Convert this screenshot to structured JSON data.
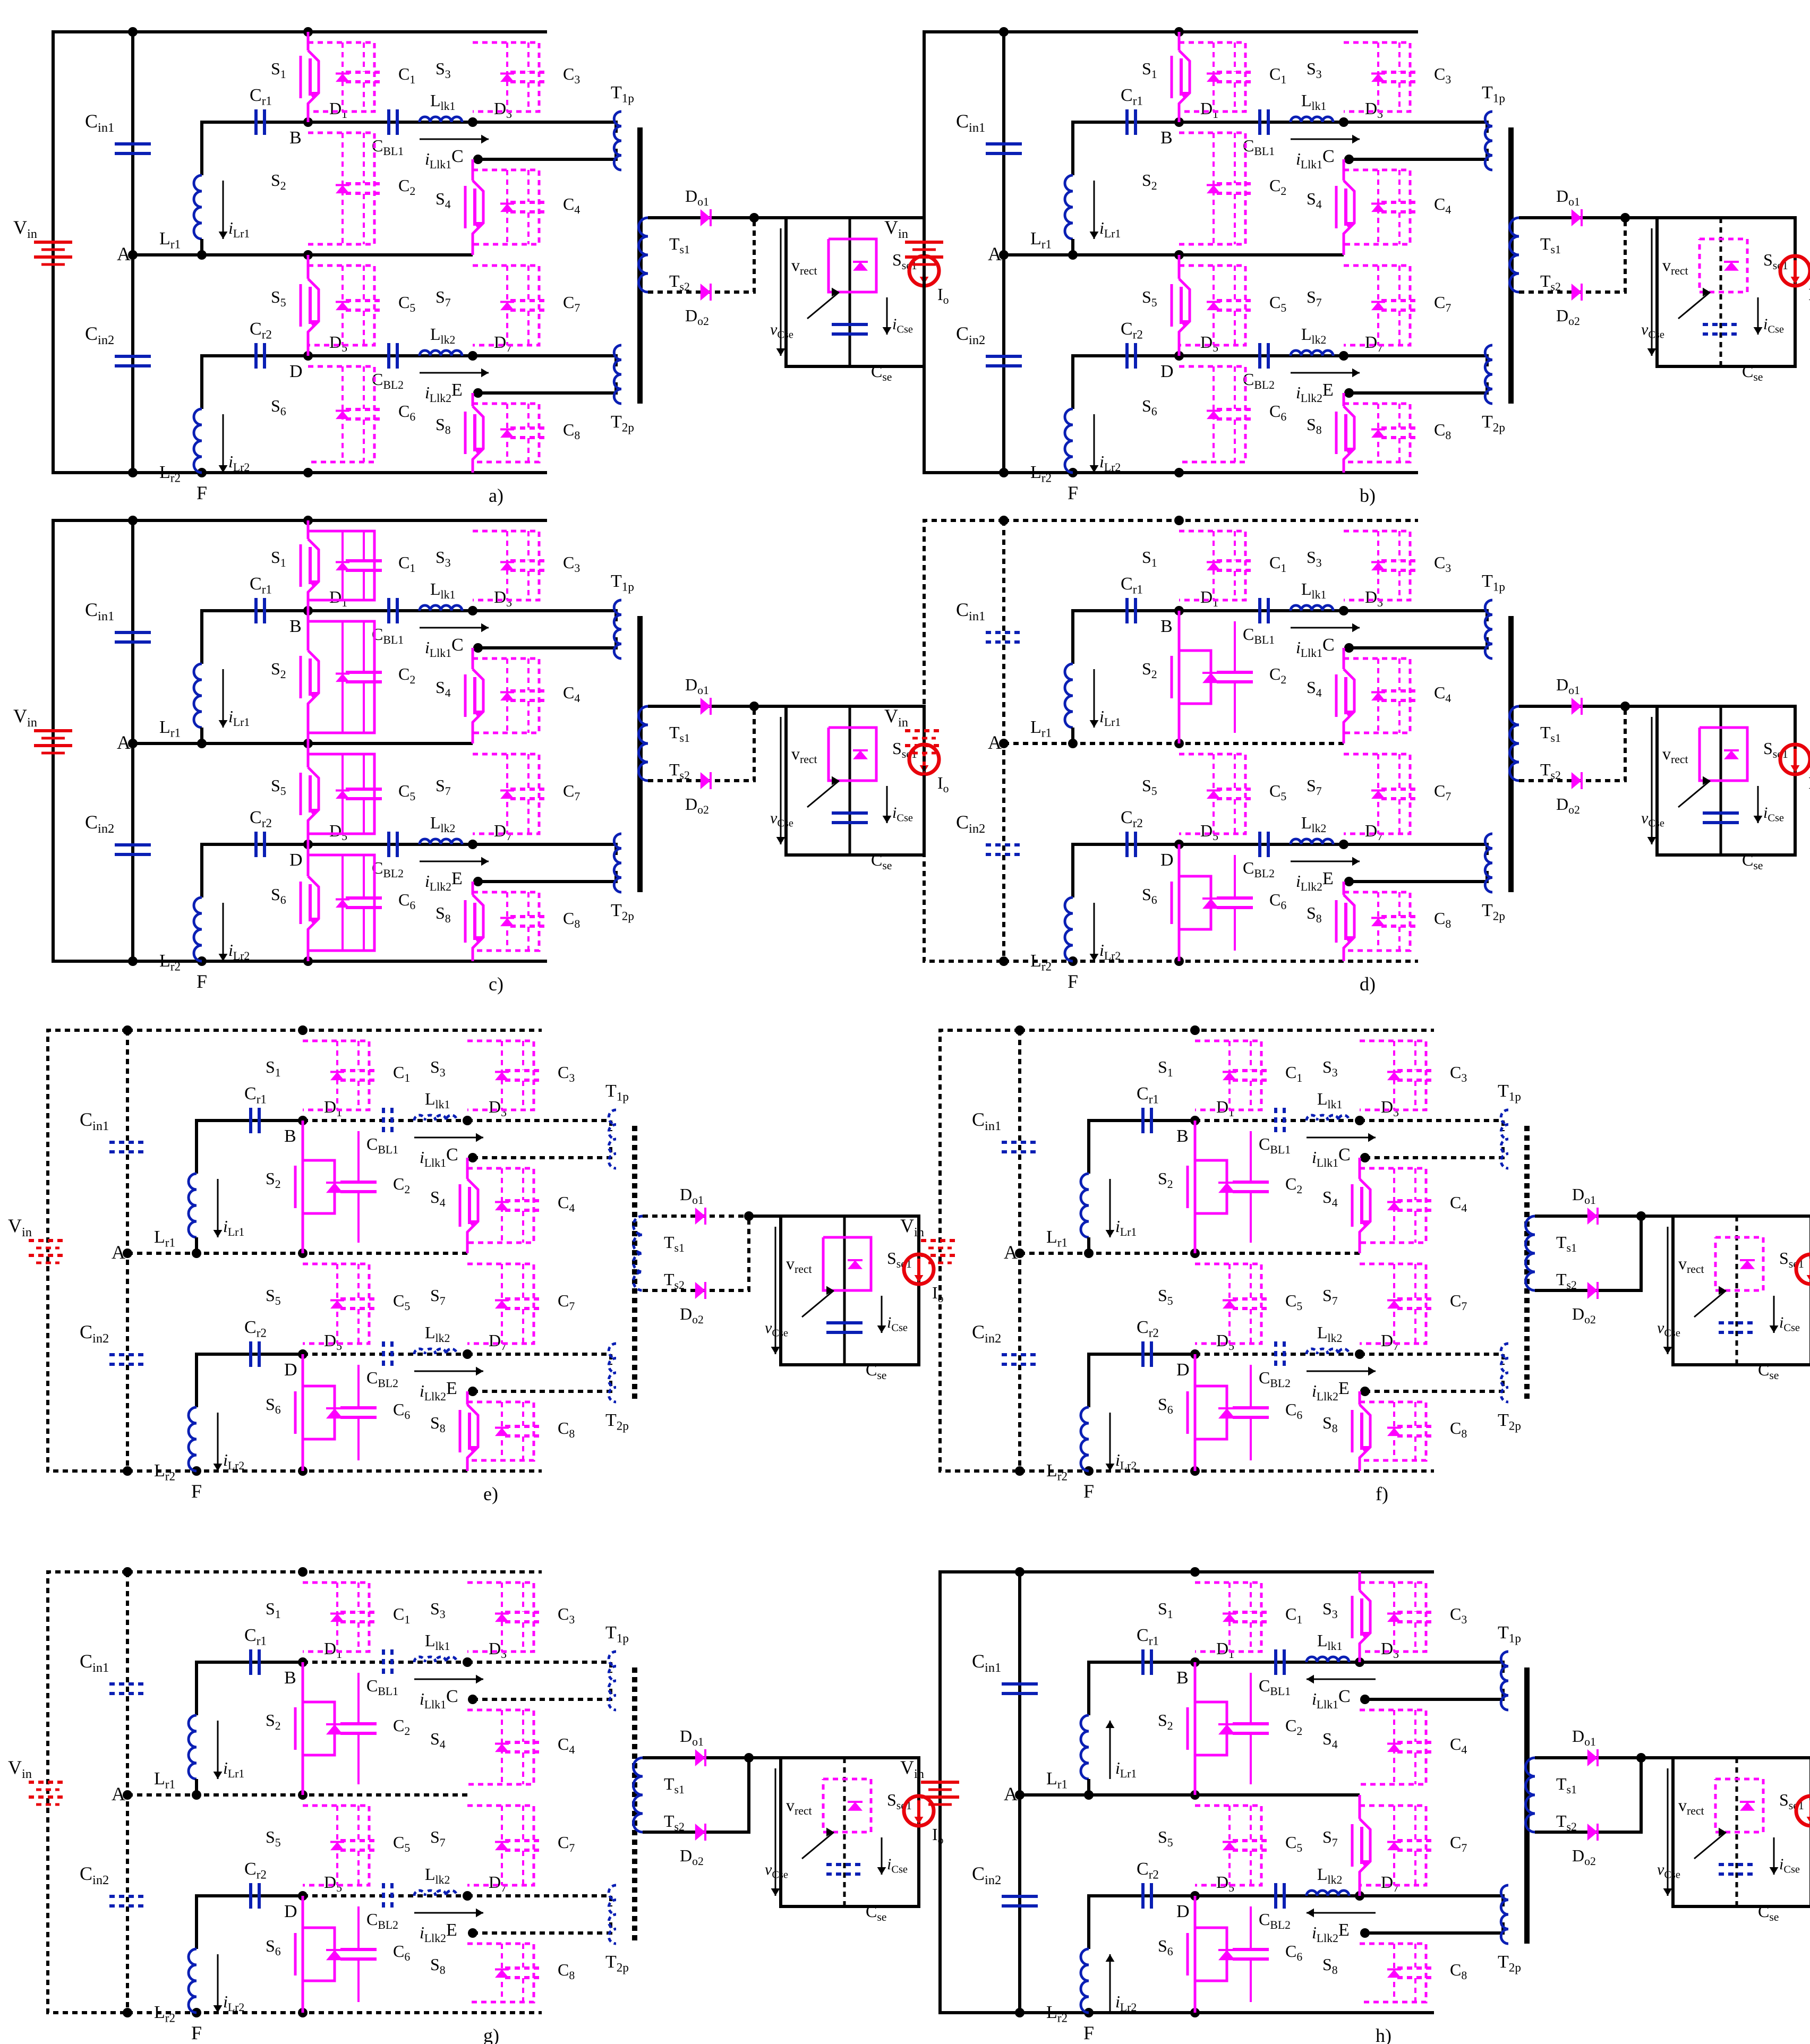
{
  "panels": [
    {
      "caption": "a)",
      "vin_on": true,
      "cin_on": true,
      "cap_on": true,
      "upper_dashed": true,
      "lower_solid": true,
      "s1": "switch",
      "s2": "dashed",
      "s5": "switch",
      "s6": "dashed",
      "s3": "dashed",
      "s4": "switch",
      "s7": "dashed",
      "s8": "switch",
      "leak_on": true,
      "trafo_on": true,
      "do1_on": true,
      "do2_on": false,
      "out_mode": "cap",
      "cse_on": true,
      "ilr_dir": "down",
      "ilk_dir": "right",
      "lk_on": true
    },
    {
      "caption": "b)",
      "vin_on": true,
      "cin_on": true,
      "cap_on": true,
      "upper_dashed": true,
      "lower_solid": true,
      "s1": "switch",
      "s2": "dashed",
      "s5": "switch",
      "s6": "dashed",
      "s3": "dashed",
      "s4": "switch",
      "s7": "dashed",
      "s8": "switch",
      "leak_on": true,
      "trafo_on": true,
      "do1_on": true,
      "do2_on": false,
      "out_mode": "dashed",
      "cse_on": false,
      "ilr_dir": "down",
      "ilk_dir": "right",
      "lk_on": true
    },
    {
      "caption": "c)",
      "vin_on": true,
      "cin_on": true,
      "cap_on": true,
      "upper_dashed": true,
      "lower_solid": true,
      "s1": "box",
      "s2": "box",
      "s5": "box",
      "s6": "box",
      "s3": "dashed",
      "s4": "switch",
      "s7": "dashed",
      "s8": "switch",
      "leak_on": true,
      "trafo_on": true,
      "do1_on": true,
      "do2_on": false,
      "out_mode": "cap",
      "cse_on": true,
      "ilr_dir": "down",
      "ilk_dir": "right",
      "lk_on": true
    },
    {
      "caption": "d)",
      "vin_on": false,
      "cin_on": false,
      "cap_on": true,
      "upper_dashed": true,
      "lower_solid": true,
      "s1": "dashed",
      "s2": "diode",
      "s5": "dashed",
      "s6": "diode",
      "s3": "dashed",
      "s4": "switch",
      "s7": "dashed",
      "s8": "switch",
      "leak_on": true,
      "trafo_on": true,
      "do1_on": true,
      "do2_on": false,
      "out_mode": "mos",
      "cse_on": true,
      "ilr_dir": "down",
      "ilk_dir": "right",
      "lk_on": true
    },
    {
      "caption": "e)",
      "vin_on": false,
      "cin_on": false,
      "cap_on": true,
      "upper_dashed": true,
      "lower_solid": true,
      "s1": "dashed",
      "s2": "diode",
      "s5": "dashed",
      "s6": "diode",
      "s3": "dashed",
      "s4": "switch",
      "s7": "dashed",
      "s8": "switch",
      "leak_on": false,
      "trafo_on": false,
      "do1_on": false,
      "do2_on": false,
      "out_mode": "mos",
      "cse_on": true,
      "ilr_dir": "down",
      "ilk_dir": "right",
      "lk_on": false
    },
    {
      "caption": "f)",
      "vin_on": false,
      "cin_on": false,
      "cap_on": true,
      "upper_dashed": true,
      "lower_solid": true,
      "s1": "dashed",
      "s2": "diode",
      "s5": "dashed",
      "s6": "diode",
      "s3": "dashed",
      "s4": "switch",
      "s7": "dashed",
      "s8": "switch",
      "leak_on": false,
      "trafo_on": false,
      "do1_on": true,
      "do2_on": true,
      "out_mode": "dashed",
      "cse_on": false,
      "ilr_dir": "down",
      "ilk_dir": "right",
      "lk_on": false
    },
    {
      "caption": "g)",
      "vin_on": false,
      "cin_on": false,
      "cap_on": true,
      "upper_dashed": true,
      "lower_solid": true,
      "s1": "dashed",
      "s2": "diode",
      "s5": "dashed",
      "s6": "diode",
      "s3": "dashed",
      "s4": "dashed",
      "s7": "dashed",
      "s8": "dashed",
      "leak_on": false,
      "trafo_on": false,
      "do1_on": true,
      "do2_on": true,
      "out_mode": "dashed",
      "cse_on": false,
      "ilr_dir": "down",
      "ilk_dir": "right",
      "lk_on": false
    },
    {
      "caption": "h)",
      "vin_on": true,
      "cin_on": true,
      "cap_on": true,
      "upper_dashed": true,
      "lower_solid": true,
      "s1": "dashed",
      "s2": "diode",
      "s5": "dashed",
      "s6": "diode",
      "s3": "switch",
      "s4": "dashed",
      "s7": "switch",
      "s8": "dashed",
      "leak_on": true,
      "trafo_on": true,
      "do1_on": true,
      "do2_on": true,
      "out_mode": "dashed",
      "cse_on": false,
      "ilr_dir": "up",
      "ilk_dir": "left",
      "lk_on": true
    }
  ],
  "labels": {
    "vin": "V",
    "vin_sub": "in",
    "cin1": "C",
    "cin1_sub": "in1",
    "cin2": "C",
    "cin2_sub": "in2",
    "cr1": "C",
    "cr1_sub": "r1",
    "cr2": "C",
    "cr2_sub": "r2",
    "lr1": "L",
    "lr1_sub": "r1",
    "lr2": "L",
    "lr2_sub": "r2",
    "ilr1": "i",
    "ilr1_sub": "Lr1",
    "ilr2": "i",
    "ilr2_sub": "Lr2",
    "cbl1": "C",
    "cbl1_sub": "BL1",
    "cbl2": "C",
    "cbl2_sub": "BL2",
    "llk1": "L",
    "llk1_sub": "lk1",
    "llk2": "L",
    "llk2_sub": "lk2",
    "illk1": "i",
    "illk1_sub": "Llk1",
    "illk2": "i",
    "illk2_sub": "Llk2",
    "t1p": "T",
    "t1p_sub": "1p",
    "t2p": "T",
    "t2p_sub": "2p",
    "ts1": "T",
    "ts1_sub": "s1",
    "ts2": "T",
    "ts2_sub": "s2",
    "do1": "D",
    "do1_sub": "o1",
    "do2": "D",
    "do2_sub": "o2",
    "vrect": "v",
    "vrect_sub": "rect",
    "vcse": "v",
    "vcse_sub": "Cse",
    "icse": "i",
    "icse_sub": "Cse",
    "cse": "C",
    "cse_sub": "se",
    "sse1": "S",
    "sse1_sub": "se1",
    "io": "I",
    "io_sub": "o",
    "nodes": [
      "A",
      "B",
      "C",
      "D",
      "E",
      "F"
    ],
    "switch_names": [
      "S",
      "S",
      "S",
      "S",
      "S",
      "S",
      "S",
      "S"
    ],
    "switch_subs": [
      "1",
      "2",
      "3",
      "4",
      "5",
      "6",
      "7",
      "8"
    ],
    "cap_names": [
      "C",
      "C",
      "C",
      "C",
      "C",
      "C",
      "C",
      "C"
    ],
    "diode_names": [
      "D",
      "D",
      "D",
      "D",
      "D",
      "D",
      "D",
      "D"
    ]
  },
  "colors": {
    "wire": "#000000",
    "source": "#e8000b",
    "passive": "#0a1fb4",
    "switch": "#ff00ff"
  }
}
